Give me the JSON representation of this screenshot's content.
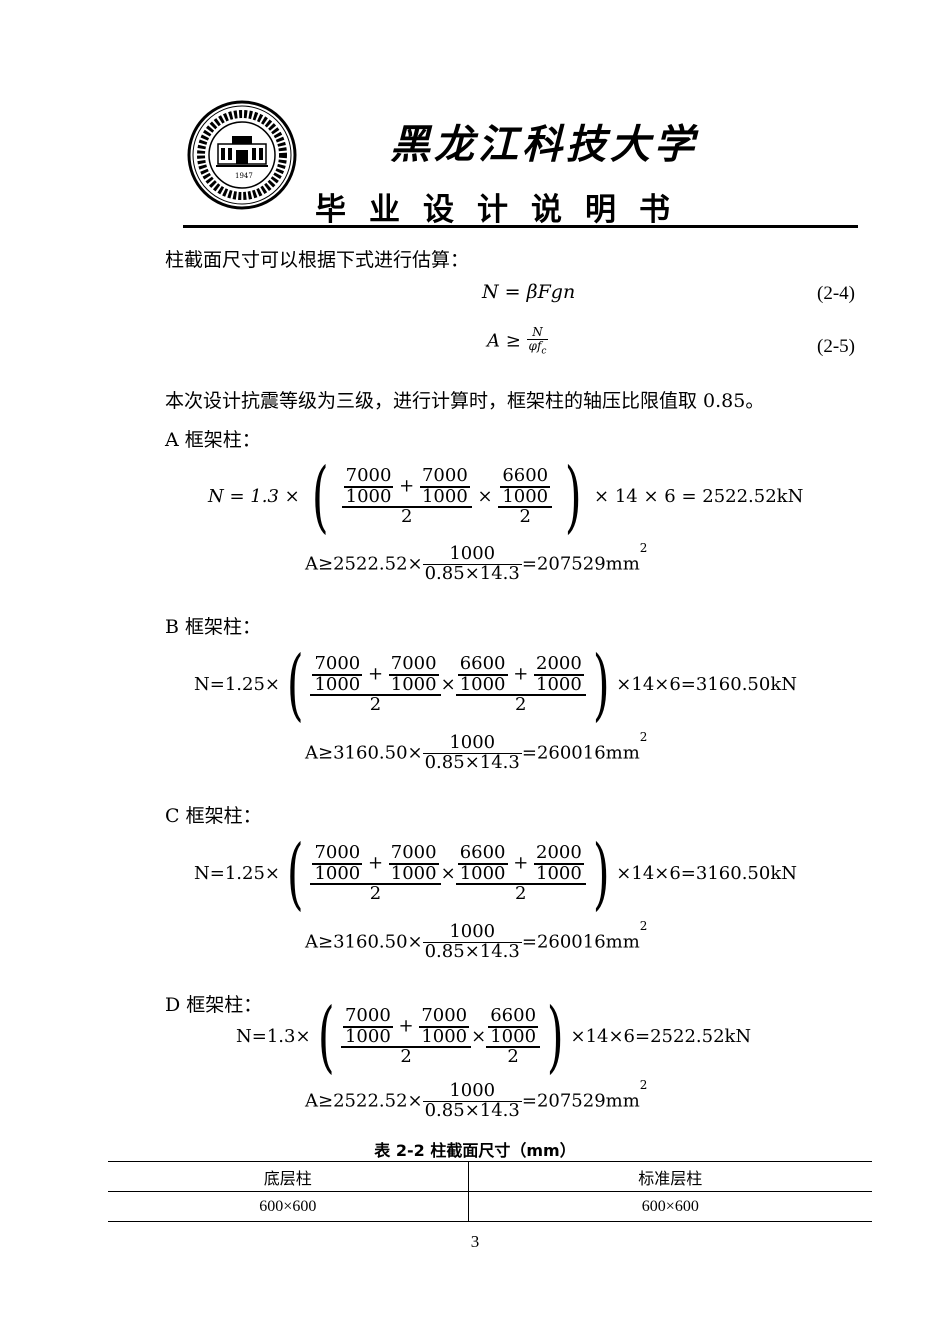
{
  "header": {
    "university_name": "黑龙江科技大学",
    "doc_title": "毕业设计说明书",
    "seal_text": "HEILONGJIANG UNIVERSITY OF SCIENCE AND TECHNOLOGY",
    "seal_year": "1947"
  },
  "body": {
    "intro": "柱截面尺寸可以根据下式进行估算：",
    "eq1": {
      "lhs": "N",
      "rhs": "= βFgn",
      "number": "(2-4)"
    },
    "eq2": {
      "lhs": "A ≥",
      "num": "N",
      "den": "φf",
      "den_sub": "c",
      "number": "(2-5)"
    },
    "seismic_note": "本次设计抗震等级为三级，进行计算时，框架柱的轴压比限值取 0.85。",
    "cols": [
      {
        "label": "A 框架柱：",
        "n_prefix": "N = 1.3 ×",
        "f1": [
          "7000",
          "1000",
          "7000",
          "1000"
        ],
        "f2_terms": [
          [
            "6600",
            "1000"
          ]
        ],
        "half": "2",
        "n_suffix": "× 14 × 6 = 2522.52kN",
        "a_prefix": "A≥2522.52×",
        "a_num": "1000",
        "a_den": "0.85×14.3",
        "a_result": "=207529mm",
        "a_exp": "2"
      },
      {
        "label": "B 框架柱：",
        "n_prefix": "N=1.25×",
        "f1": [
          "7000",
          "1000",
          "7000",
          "1000"
        ],
        "f2_terms": [
          [
            "6600",
            "1000"
          ],
          [
            "2000",
            "1000"
          ]
        ],
        "half": "2",
        "n_suffix": "×14×6=3160.50kN",
        "a_prefix": "A≥3160.50×",
        "a_num": "1000",
        "a_den": "0.85×14.3",
        "a_result": "=260016mm",
        "a_exp": "2"
      },
      {
        "label": "C 框架柱：",
        "n_prefix": "N=1.25×",
        "f1": [
          "7000",
          "1000",
          "7000",
          "1000"
        ],
        "f2_terms": [
          [
            "6600",
            "1000"
          ],
          [
            "2000",
            "1000"
          ]
        ],
        "half": "2",
        "n_suffix": "×14×6=3160.50kN",
        "a_prefix": "A≥3160.50×",
        "a_num": "1000",
        "a_den": "0.85×14.3",
        "a_result": "=260016mm",
        "a_exp": "2"
      },
      {
        "label": "D 框架柱：",
        "n_prefix": "N=1.3×",
        "f1": [
          "7000",
          "1000",
          "7000",
          "1000"
        ],
        "f2_terms": [
          [
            "6600",
            "1000"
          ]
        ],
        "half": "2",
        "n_suffix": "×14×6=2522.52kN",
        "a_prefix": "A≥2522.52×",
        "a_num": "1000",
        "a_den": "0.85×14.3",
        "a_result": "=207529mm",
        "a_exp": "2"
      }
    ]
  },
  "table": {
    "caption": "表 2-2 柱截面尺寸（mm）",
    "headers": [
      "底层柱",
      "标准层柱"
    ],
    "rows": [
      [
        "600×600",
        "600×600"
      ]
    ]
  },
  "page_number": "3"
}
